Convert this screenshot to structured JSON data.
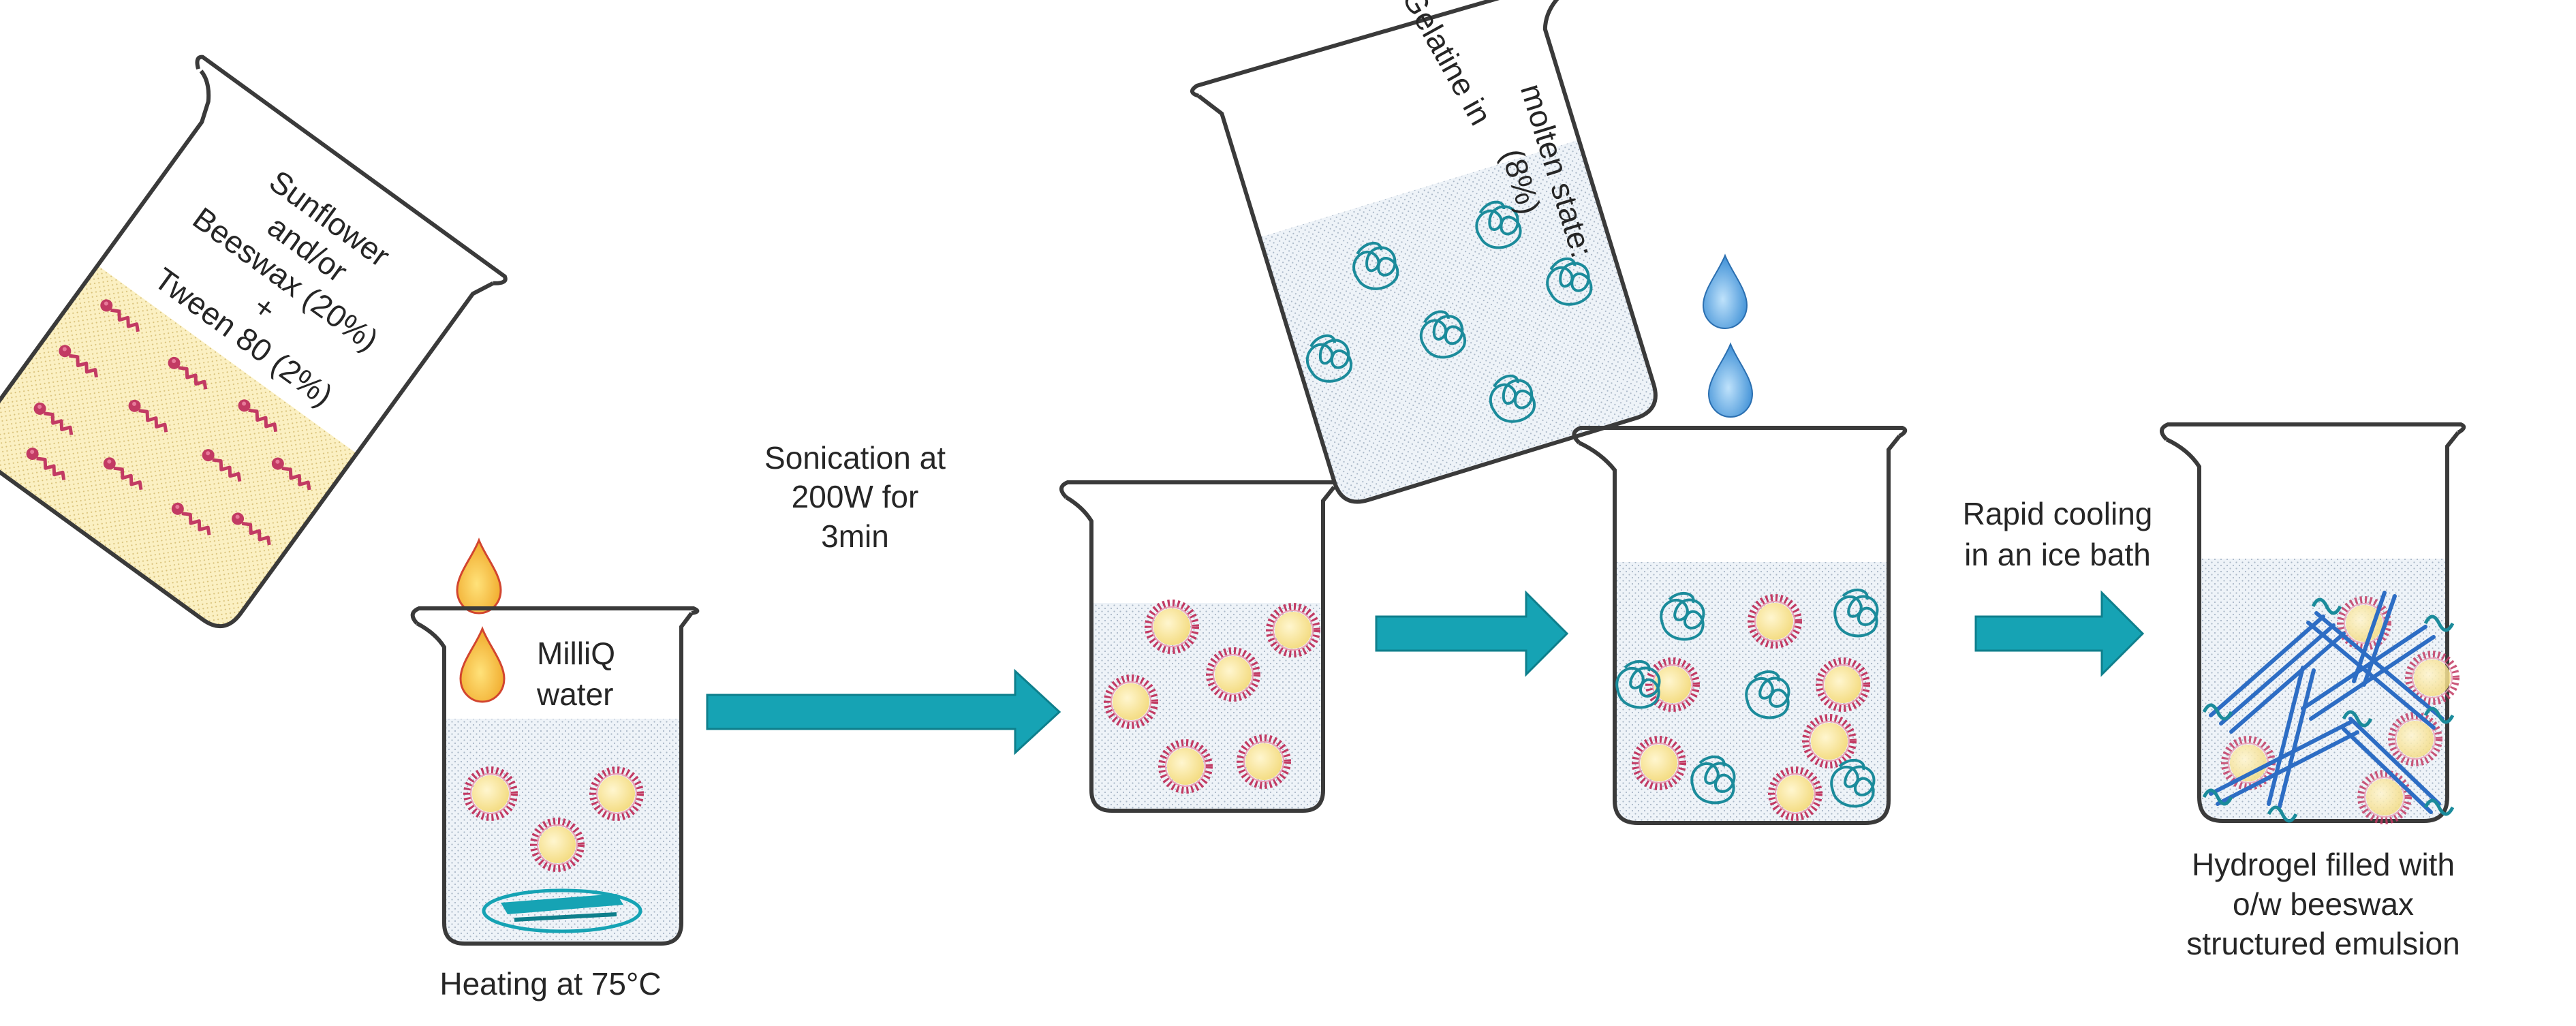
{
  "colors": {
    "outline": "#3a3a3a",
    "liquid": "#eef3f8",
    "dots": "#a9b7c7",
    "oil": "#fbf0c2",
    "surfactant": "#c23a63",
    "droplet_fill": "#fbe9a6",
    "arrow": "#16a3b4",
    "arrow_dark": "#0e7f8c",
    "gelatine": "#1b8b9b",
    "network": "#2d6dc4",
    "water_drop": "#5aa6e0",
    "oil_drop": "#f3c13a",
    "oil_drop_edge": "#d2452f"
  },
  "labels": {
    "oil_beaker": [
      "Sunflower",
      "and/or",
      "Beeswax (20%)",
      "+",
      "Tween 80 (2%)"
    ],
    "water": [
      "MilliQ",
      "water"
    ],
    "heating": "Heating at 75°C",
    "sonication": [
      "Sonication at",
      "200W for",
      "3min"
    ],
    "gelatine": [
      "Gelatine in",
      "molten state:",
      "(8%)"
    ],
    "cooling": [
      "Rapid cooling",
      "in an ice bath"
    ],
    "result": [
      "Hydrogel filled with",
      "o/w beeswax",
      "structured emulsion"
    ]
  },
  "icons": [
    "surfactant-molecule-icon",
    "emulsion-droplet-icon",
    "gelatine-coil-icon",
    "stir-bar-icon",
    "arrow-right-icon",
    "oil-drop-icon",
    "water-drop-icon",
    "gel-network-icon"
  ]
}
